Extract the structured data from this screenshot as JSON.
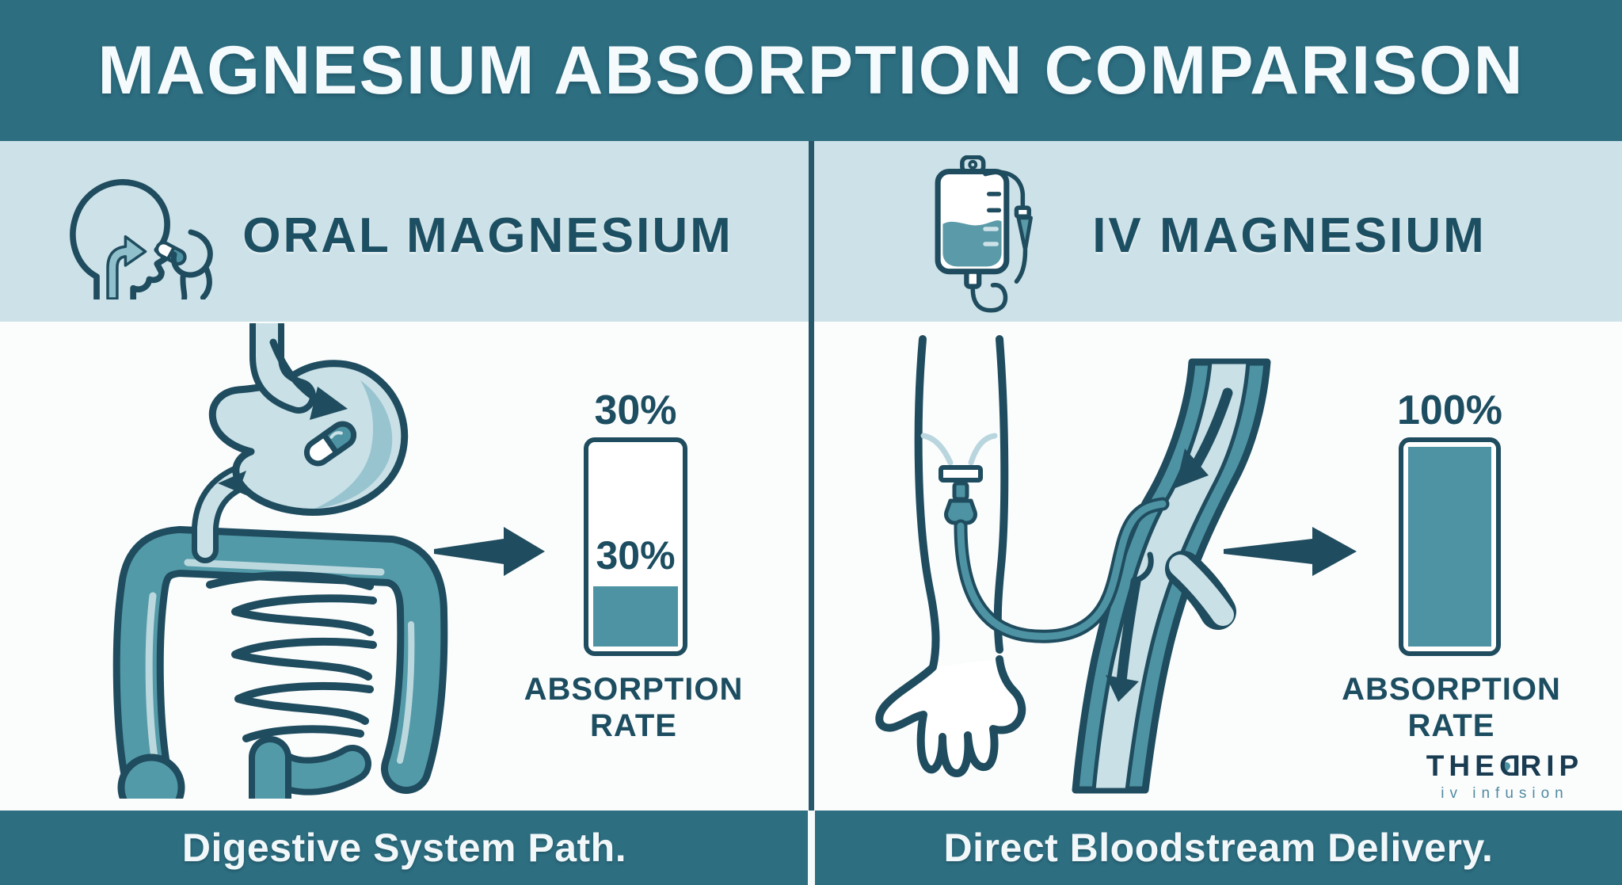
{
  "title": "MAGNESIUM ABSORPTION COMPARISON",
  "colors": {
    "band_teal": "#2d6e81",
    "light_band": "#cde2e8",
    "dark_outline": "#1f4c5e",
    "heading_text": "#1d4f63",
    "bar_fill": "#4e93a3",
    "light_fill": "#c9e0e6",
    "white": "#fbfdfd",
    "logo_navy": "#1a3c52",
    "logo_tagline": "#5189a0"
  },
  "panels": {
    "left": {
      "header": "ORAL MAGNESIUM",
      "header_icon": "swallow-pill-icon",
      "illustration": "digestive-system-illustration",
      "arrow_icon": "arrow-right-icon",
      "bar": {
        "top_label": "30%",
        "inner_label": "30%",
        "percent": 30,
        "caption": "ABSORPTION RATE"
      },
      "footer": "Digestive System Path."
    },
    "right": {
      "header": "IV MAGNESIUM",
      "header_icon": "iv-bag-icon",
      "illustration": "bloodstream-iv-illustration",
      "arrow_icon": "arrow-right-icon",
      "bar": {
        "top_label": "100%",
        "percent": 100,
        "caption": "ABSORPTION RATE"
      },
      "footer": "Direct Bloodstream Delivery."
    }
  },
  "logo": {
    "word1": "THE",
    "letter": "D",
    "word2": "RIP",
    "tagline": "iv infusion"
  },
  "chart_data": {
    "type": "bar",
    "categories": [
      "Oral Magnesium",
      "IV Magnesium"
    ],
    "values": [
      30,
      100
    ],
    "unit": "%",
    "title": "Magnesium Absorption Comparison",
    "ylabel": "Absorption Rate",
    "ylim": [
      0,
      100
    ],
    "annotations": [
      "Digestive System Path.",
      "Direct Bloodstream Delivery."
    ],
    "bar_color": "#4e93a3"
  }
}
